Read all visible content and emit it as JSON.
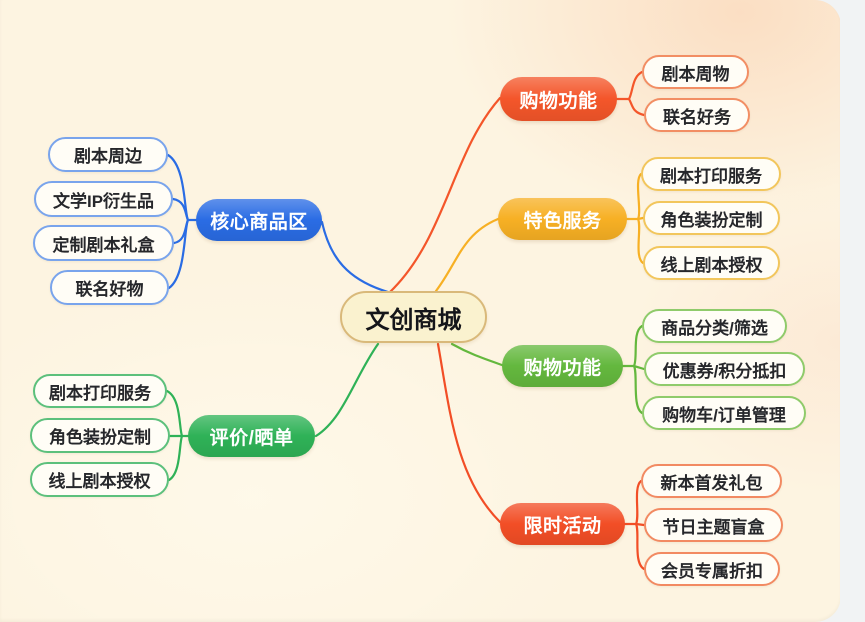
{
  "canvas": {
    "bg": "#fdf4e1",
    "tint_top_right": "#fbe3cf",
    "gutter": "#f1f3f4"
  },
  "center": {
    "label": "文创商城",
    "bg": "#faf2cf",
    "border": "#d9b97a"
  },
  "branches": [
    {
      "label": "核心商品区",
      "color": "#2a6ce4",
      "child_border": "#79a4ec",
      "children": [
        "剧本周边",
        "文学IP衍生品",
        "定制剧本礼盒",
        "联名好物"
      ]
    },
    {
      "label": "评价/晒单",
      "color": "#2fb257",
      "child_border": "#5cc07c",
      "children": [
        "剧本打印服务",
        "角色装扮定制",
        "线上剧本授权"
      ]
    },
    {
      "label": "购物功能",
      "color": "#f4562a",
      "child_border": "#f28e64",
      "children": [
        "剧本周物",
        "联名好务"
      ]
    },
    {
      "label": "特色服务",
      "color": "#f7b024",
      "child_border": "#f2c65c",
      "children": [
        "剧本打印服务",
        "角色装扮定制",
        "线上剧本授权"
      ]
    },
    {
      "label": "购物功能",
      "color": "#64b83e",
      "child_border": "#8fcb6b",
      "children": [
        "商品分类/筛选",
        "优惠券/积分抵扣",
        "购物车/订单管理"
      ]
    },
    {
      "label": "限时活动",
      "color": "#f24e26",
      "child_border": "#f28a62",
      "children": [
        "新本首发礼包",
        "节日主题盲盒",
        "会员专属折扣"
      ]
    }
  ]
}
